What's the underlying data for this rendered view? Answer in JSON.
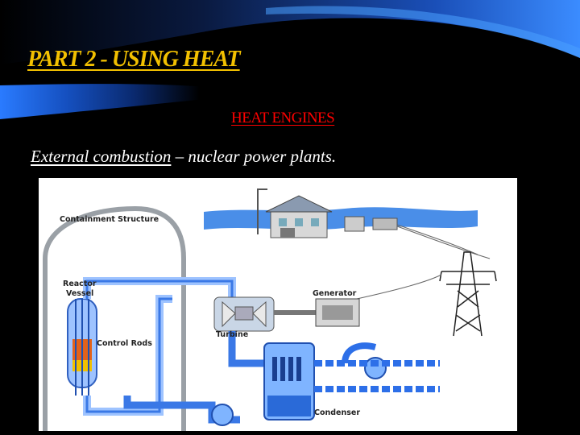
{
  "slide": {
    "title": "PART 2 - USING HEAT",
    "subtitle": "HEAT ENGINES",
    "body": {
      "underlined": "External combustion",
      "rest": " – nuclear power plants."
    }
  },
  "diagram": {
    "labels": {
      "containment": "Containment Structure",
      "reactor_line1": "Reactor",
      "reactor_line2": "Vessel",
      "control_rods": "Control Rods",
      "generator": "Generator",
      "turbine": "Turbine",
      "condenser": "Condenser"
    }
  },
  "colors": {
    "title": "#f2c000",
    "subtitle": "#ff0000",
    "swoosh": "#1a5fd0",
    "pipe": "#2d6fe8",
    "water": "#3aa0ff"
  }
}
